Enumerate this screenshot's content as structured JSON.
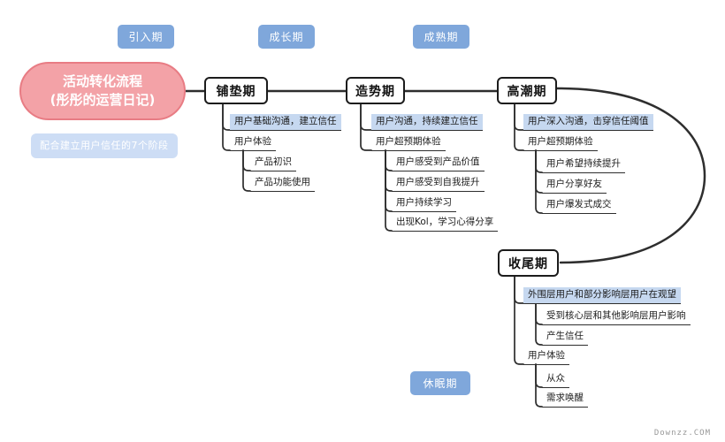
{
  "root": {
    "title_line1": "活动转化流程",
    "title_line2": "(彤彤的运营日记)"
  },
  "caption": {
    "label": "配合建立用户信任的7个阶段"
  },
  "phase_badges": [
    {
      "label": "引入期"
    },
    {
      "label": "成长期"
    },
    {
      "label": "成熟期"
    },
    {
      "label": "休眠期"
    }
  ],
  "stages": [
    {
      "label": "铺垫期",
      "items": [
        {
          "text": "用户基础沟通，建立信任",
          "highlight": true
        },
        {
          "text": "用户体验",
          "highlight": false
        },
        {
          "text": "产品初识",
          "highlight": false
        },
        {
          "text": "产品功能使用",
          "highlight": false
        }
      ]
    },
    {
      "label": "造势期",
      "items": [
        {
          "text": "用户沟通，持续建立信任",
          "highlight": true
        },
        {
          "text": "用户超预期体验",
          "highlight": false
        },
        {
          "text": "用户感受到产品价值",
          "highlight": false
        },
        {
          "text": "用户感受到自我提升",
          "highlight": false
        },
        {
          "text": "用户持续学习",
          "highlight": false
        },
        {
          "text": "出现Kol，学习心得分享",
          "highlight": false
        }
      ]
    },
    {
      "label": "高潮期",
      "items": [
        {
          "text": "用户深入沟通，击穿信任阈值",
          "highlight": true
        },
        {
          "text": "用户超预期体验",
          "highlight": false
        },
        {
          "text": "用户希望持续提升",
          "highlight": false
        },
        {
          "text": "用户分享好友",
          "highlight": false
        },
        {
          "text": "用户爆发式成交",
          "highlight": false
        }
      ]
    },
    {
      "label": "收尾期",
      "items": [
        {
          "text": "外围层用户和部分影响层用户在观望",
          "highlight": true
        },
        {
          "text": "受到核心层和其他影响层用户影响",
          "highlight": false
        },
        {
          "text": "产生信任",
          "highlight": false
        },
        {
          "text": "用户体验",
          "highlight": false
        },
        {
          "text": "从众",
          "highlight": false
        },
        {
          "text": "需求唤醒",
          "highlight": false
        }
      ]
    }
  ],
  "watermark": "Downzz.COM",
  "colors": {
    "root_fill": "#f3a2a7",
    "root_border": "#e87c84",
    "badge_blue": "#7fa7db",
    "caption_bg": "#cdddf5",
    "highlight_bg": "#c6d8f0",
    "line": "#2e2e2e"
  }
}
